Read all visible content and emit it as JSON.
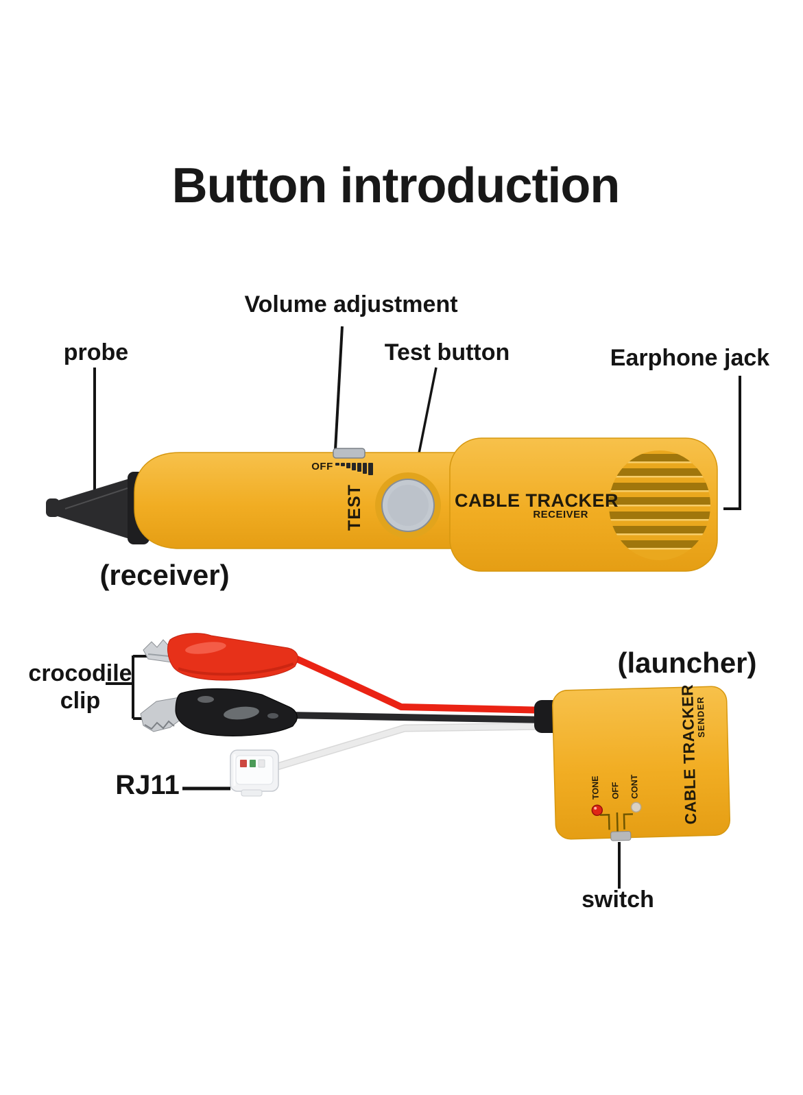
{
  "title": "Button introduction",
  "annotations": {
    "probe": "probe",
    "volume_adjustment": "Volume adjustment",
    "test_button": "Test button",
    "earphone_jack": "Earphone jack",
    "receiver_caption": "(receiver)",
    "crocodile_clip": "crocodile clip",
    "rj11": "RJ11",
    "launcher_caption": "(launcher)",
    "switch": "switch"
  },
  "receiver_device": {
    "volume_off_label": "OFF",
    "test_label": "TEST",
    "brand": "CABLE TRACKER",
    "model": "RECEIVER"
  },
  "sender_device": {
    "brand": "CABLE TRACKER",
    "model": "SENDER",
    "switch_positions": {
      "tone": "TONE",
      "off": "OFF",
      "cont": "CONT"
    }
  },
  "colors": {
    "device_yellow": "#F2B02C",
    "label_text": "#141414",
    "clip_red": "#E73119",
    "clip_black": "#1C1C1E",
    "button_gray": "#C3C9D0",
    "led_red": "#E02516",
    "led_idle": "#DAD1C3"
  }
}
